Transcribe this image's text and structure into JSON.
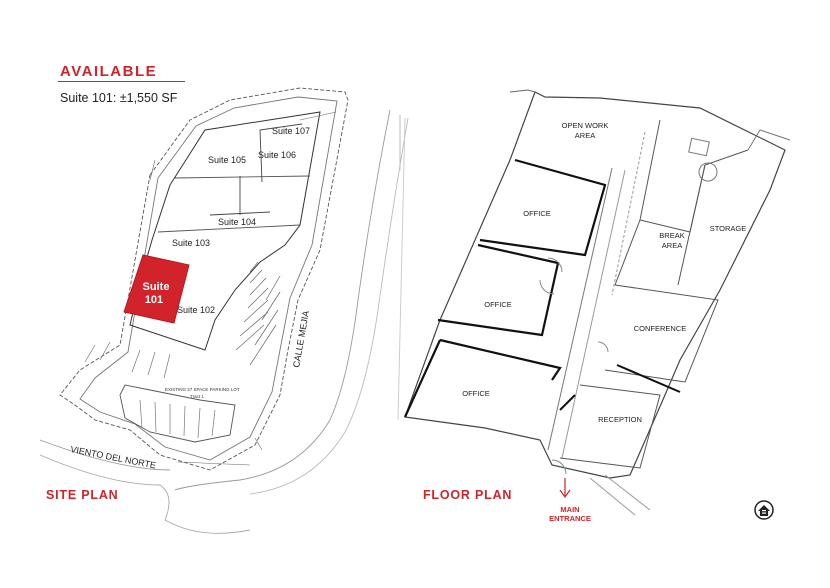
{
  "header": {
    "title": "AVAILABLE",
    "suite_line": "Suite 101:  ±1,550 SF"
  },
  "site_plan": {
    "label": "SITE PLAN",
    "suites": {
      "s101": "Suite 101",
      "s101_line1": "Suite",
      "s101_line2": "101",
      "s102": "Suite 102",
      "s103": "Suite 103",
      "s104": "Suite 104",
      "s105": "Suite 105",
      "s106": "Suite 106",
      "s107": "Suite 107"
    },
    "streets": {
      "calle_mejia": "CALLE MEJIA",
      "viento_del_norte": "VIENTO DEL NORTE"
    },
    "tract": "Tract 1",
    "parking_note": "EXISTING 27 SPACE PARKING LOT"
  },
  "floor_plan": {
    "label": "FLOOR PLAN",
    "main_entrance_line1": "MAIN",
    "main_entrance_line2": "ENTRANCE",
    "rooms": {
      "open_work_line1": "OPEN WORK",
      "open_work_line2": "AREA",
      "office1": "OFFICE",
      "office2": "OFFICE",
      "office3": "OFFICE",
      "break_line1": "BREAK",
      "break_line2": "AREA",
      "storage": "STORAGE",
      "conference": "CONFERENCE",
      "reception": "RECEPTION"
    }
  },
  "colors": {
    "accent": "#d2232a"
  },
  "icons": {
    "logo": "equal-housing-opportunity-icon"
  }
}
